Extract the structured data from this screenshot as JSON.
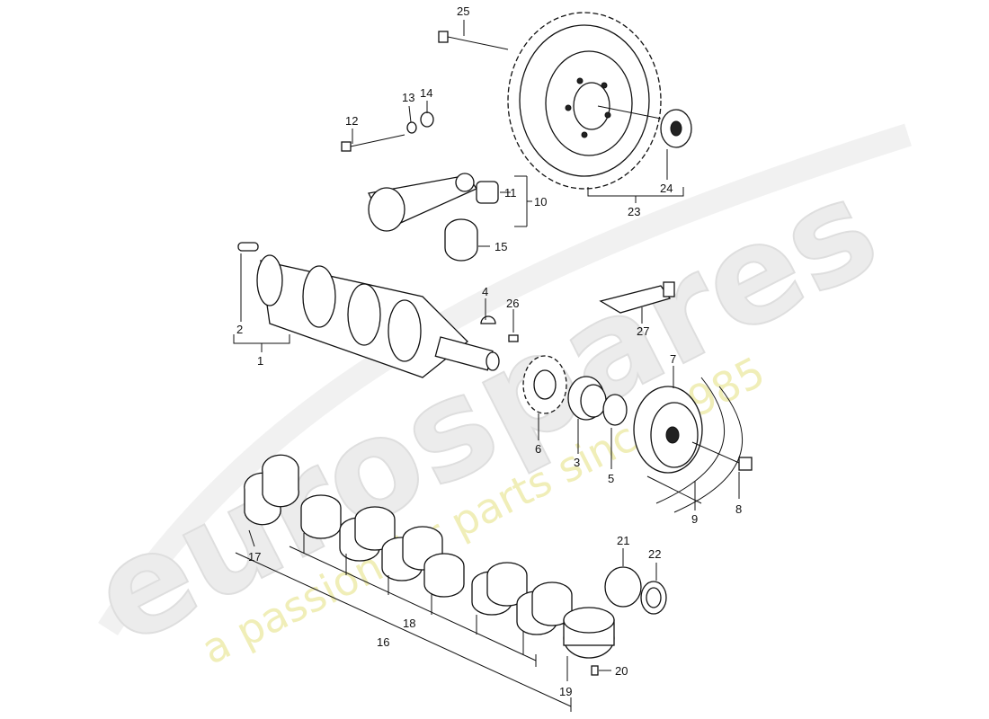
{
  "watermark": {
    "logo": "eurospares",
    "tagline": "a passion for parts since 1985"
  },
  "parts": {
    "p1": "1",
    "p2": "2",
    "p3": "3",
    "p4": "4",
    "p5": "5",
    "p6": "6",
    "p7": "7",
    "p8": "8",
    "p9": "9",
    "p10": "10",
    "p11": "11",
    "p12": "12",
    "p13": "13",
    "p14": "14",
    "p15": "15",
    "p16": "16",
    "p17": "17",
    "p18": "18",
    "p19": "19",
    "p20": "20",
    "p21": "21",
    "p22": "22",
    "p23": "23",
    "p24": "24",
    "p25": "25",
    "p26": "26",
    "p27": "27"
  }
}
